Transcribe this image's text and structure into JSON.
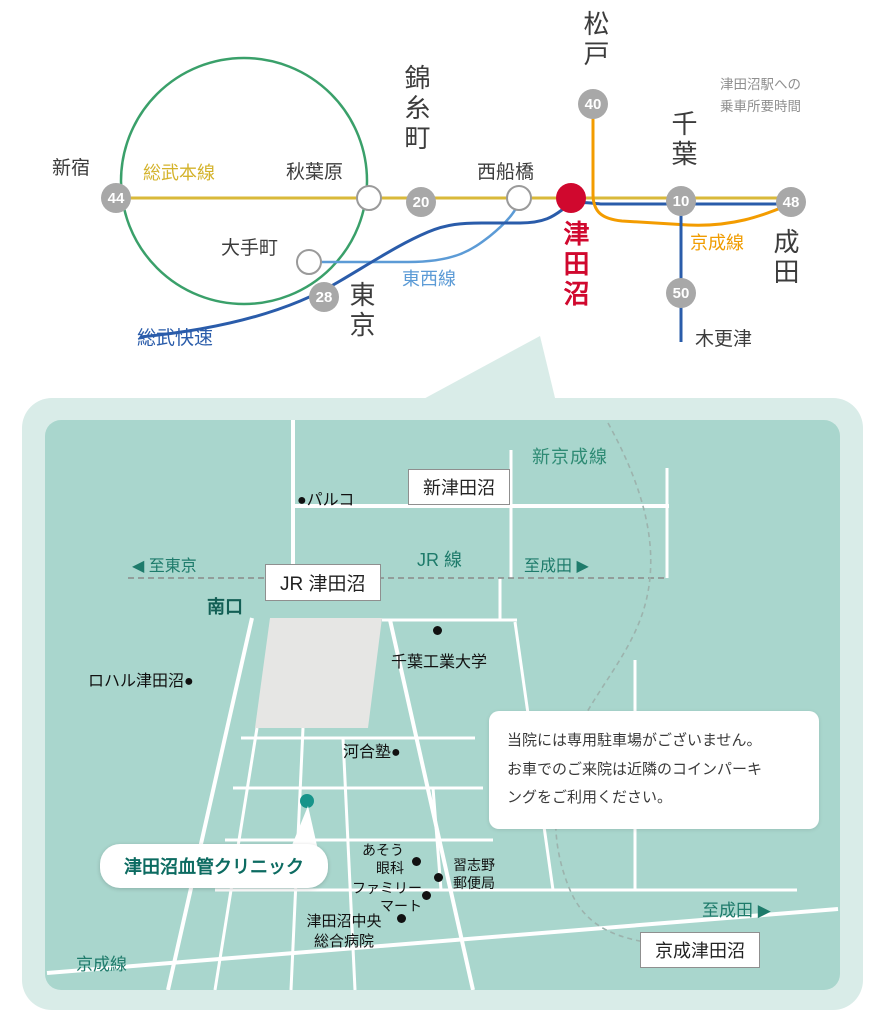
{
  "diagram": {
    "annotation": "津田沼駅への\n乗車所要時間",
    "lines": {
      "sobu_main": "総武本線",
      "sobu_rapid": "総武快速",
      "tozai": "東西線",
      "keisei": "京成線"
    },
    "stations": {
      "shinjuku": "新宿",
      "akihabara": "秋葉原",
      "kinshicho": "錦糸町",
      "nishifunabashi": "西船橋",
      "matsudo": "松戸",
      "tsudanuma": "津田沼",
      "chiba": "千葉",
      "narita": "成田",
      "otemachi": "大手町",
      "tokyo": "東京",
      "kisarazu": "木更津"
    },
    "times": {
      "shinjuku": "44",
      "kinshicho": "20",
      "matsudo": "40",
      "chiba": "10",
      "narita": "48",
      "tokyo": "28",
      "kisarazu": "50"
    }
  },
  "map": {
    "shinkeisei_label": "新京成線",
    "shintsudanuma": "新津田沼",
    "parco": "●パルコ",
    "to_tokyo": "◀ 至東京",
    "jr_label": "JR 線",
    "to_narita_top": "至成田 ▶",
    "jr_tsudanuma": "JR 津田沼",
    "minamiguchi": "南口",
    "chiba_tech": "千葉工業大学",
    "loharu": "ロハル津田沼●",
    "kawaijuku": "河合塾●",
    "parking_note": "当院には専用駐車場がございません。\nお車でのご来院は近隣のコインパーキ\nングをご利用ください。",
    "clinic_name": "津田沼血管クリニック",
    "aso_eye": "あそう\n眼科",
    "narashino_post": "習志野\n郵便局",
    "familymart": "ファミリー\nマート",
    "central_hospital": "津田沼中央\n総合病院",
    "to_narita_bottom": "至成田 ▶",
    "keisei_tsudanuma": "京成津田沼",
    "keisei_label": "京成線"
  },
  "colors": {
    "sobu_main_yellow": "#d9b93a",
    "sobu_rapid_blue": "#2a5caa",
    "tozai_lightblue": "#5c9bd6",
    "keisei_orange": "#f39c00",
    "loop_green": "#3aa06a",
    "tsudanuma_red": "#d0082e",
    "badge_gray": "#a8a8a8",
    "map_outer_mint": "#d9ece8",
    "map_inner_teal": "#a9d6cd",
    "rail_text_teal": "#1e7b6b",
    "clinic_teal": "#17948a"
  }
}
